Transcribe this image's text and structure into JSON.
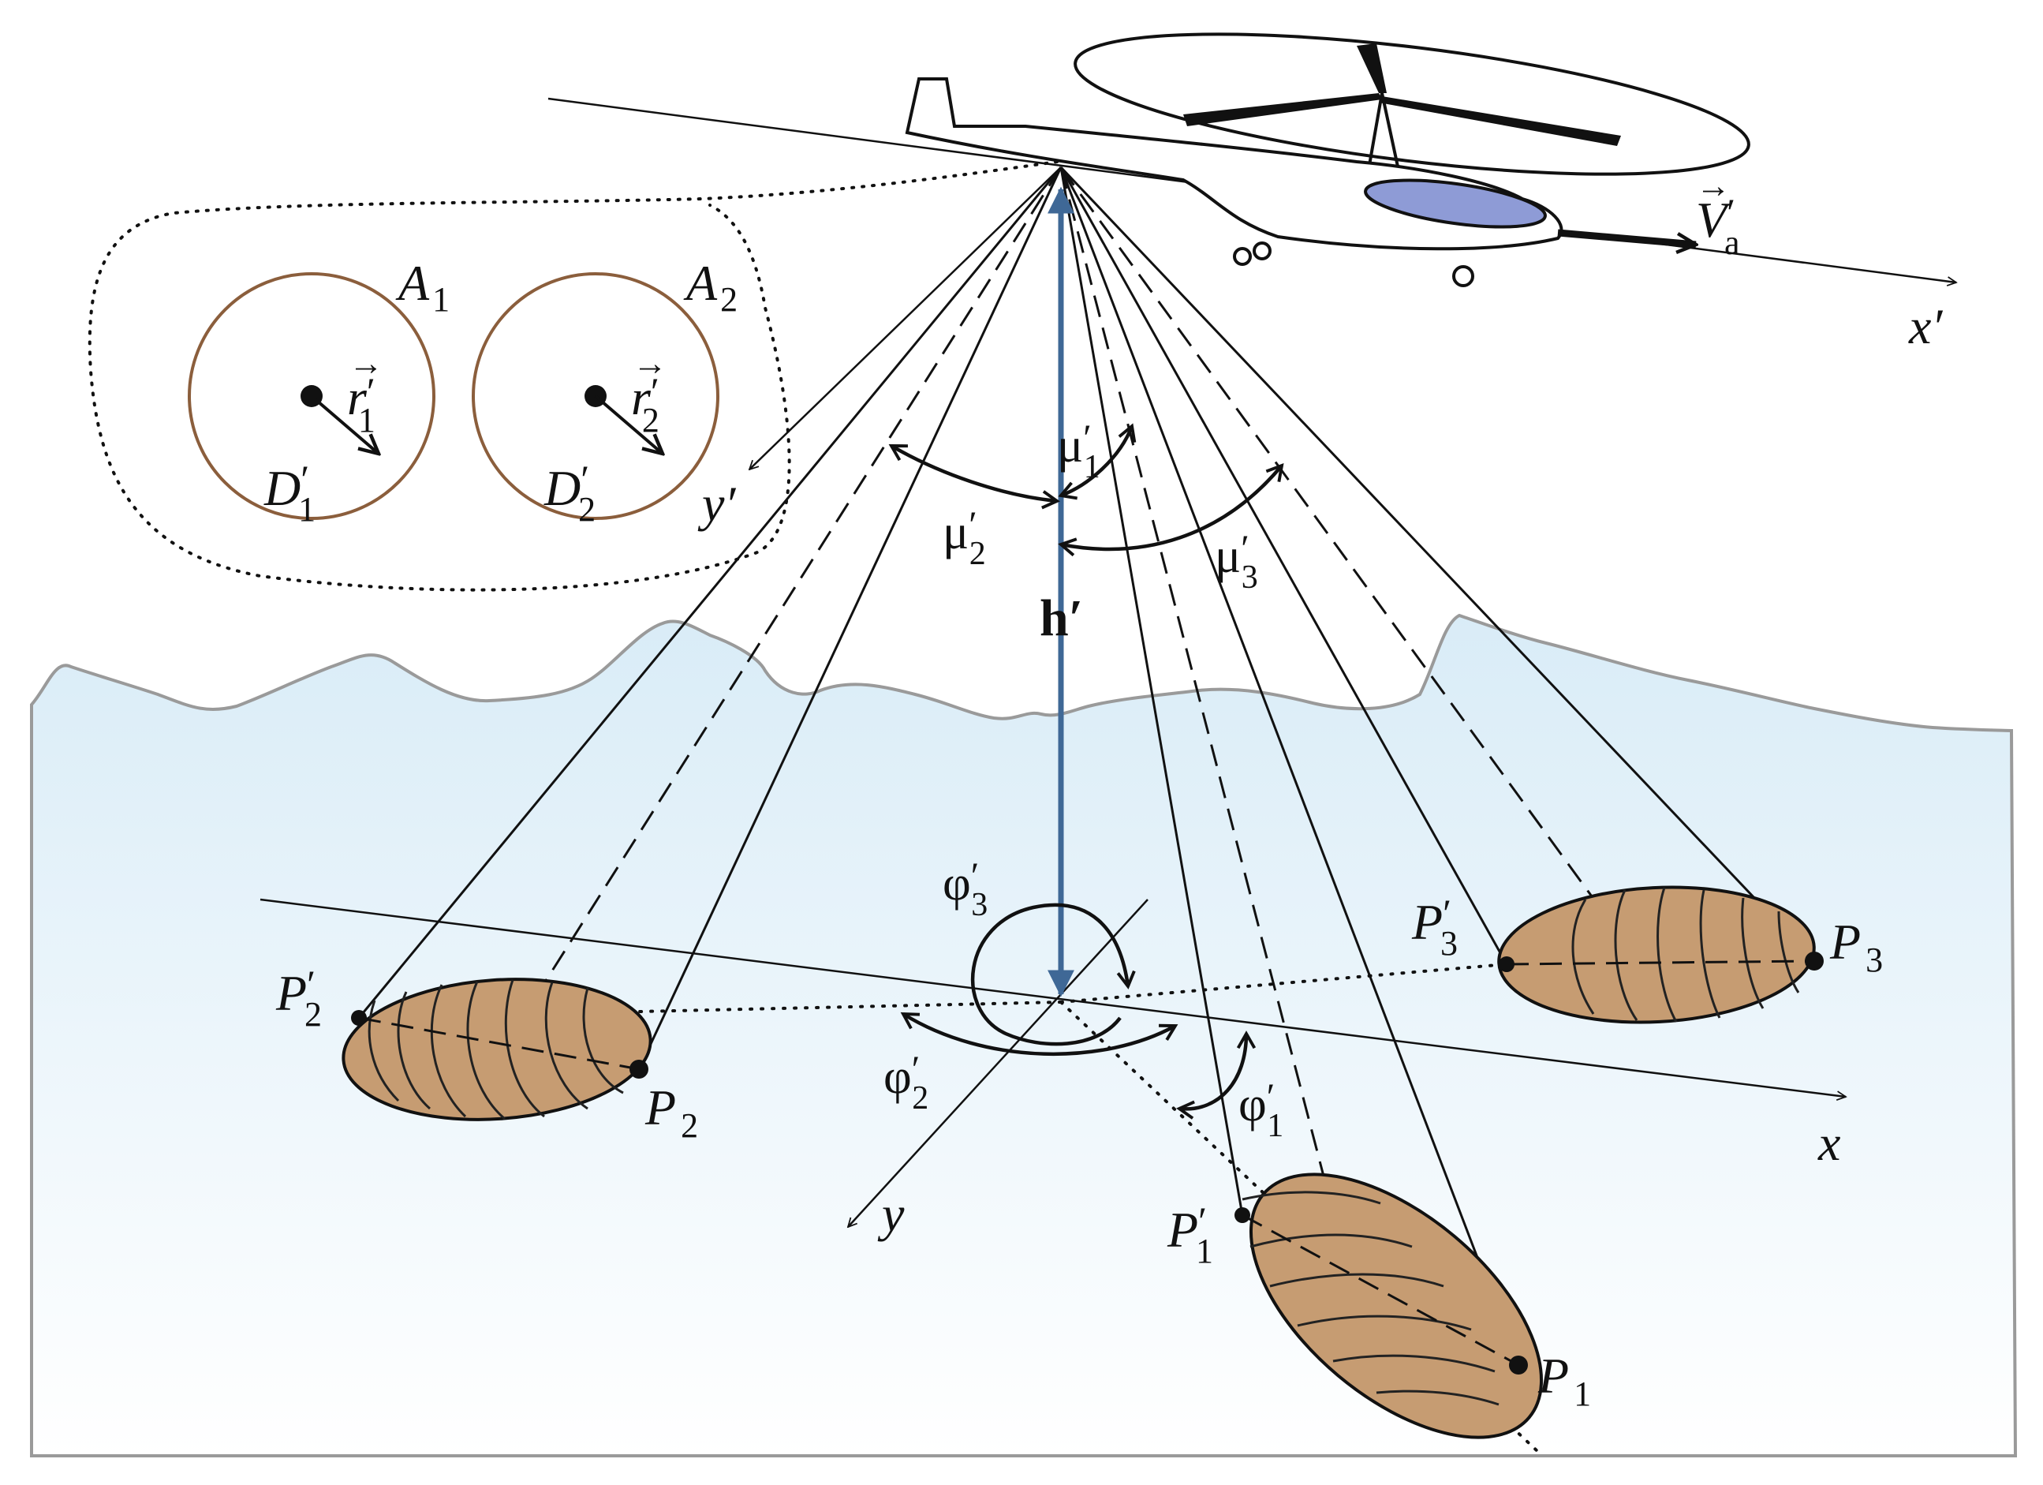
{
  "colors": {
    "water_top": "#d9ecf7",
    "water_bottom": "#ffffff",
    "wave_line": "#9a9a9a",
    "spot_fill": "#c69c72",
    "aperture_stroke": "#8b5e3c",
    "height_arrow": "#3f6896",
    "window_fill": "#8e9bd6"
  },
  "icons": [
    "helicopter-icon"
  ],
  "labels": {
    "A1": {
      "main": "A",
      "sub": "1"
    },
    "A2": {
      "main": "A",
      "sub": "2"
    },
    "r1": {
      "main": "r",
      "prime": "′",
      "sub": "1",
      "vec": "→"
    },
    "r2": {
      "main": "r",
      "prime": "′",
      "sub": "2",
      "vec": "→"
    },
    "D1": {
      "main": "D",
      "prime": "′",
      "sub": "1"
    },
    "D2": {
      "main": "D",
      "prime": "′",
      "sub": "2"
    },
    "y_prime": "y′",
    "x_prime": "x′",
    "Va": {
      "main": "V",
      "prime": "′",
      "sub": "a",
      "vec": "→"
    },
    "mu1": {
      "main": "μ",
      "prime": "′",
      "sub": "1"
    },
    "mu2": {
      "main": "μ",
      "prime": "′",
      "sub": "2"
    },
    "mu3": {
      "main": "μ",
      "prime": "′",
      "sub": "3"
    },
    "h": "h′",
    "phi1": {
      "main": "φ",
      "prime": "′",
      "sub": "1"
    },
    "phi2": {
      "main": "φ",
      "prime": "′",
      "sub": "2"
    },
    "phi3": {
      "main": "φ",
      "prime": "′",
      "sub": "3"
    },
    "P1": {
      "main": "P",
      "sub": "1"
    },
    "P2": {
      "main": "P",
      "sub": "2"
    },
    "P3": {
      "main": "P",
      "sub": "3"
    },
    "P1p": {
      "main": "P",
      "prime": "′",
      "sub": "1"
    },
    "P2p": {
      "main": "P",
      "prime": "′",
      "sub": "2"
    },
    "P3p": {
      "main": "P",
      "prime": "′",
      "sub": "3"
    },
    "x": "x",
    "y": "y"
  }
}
